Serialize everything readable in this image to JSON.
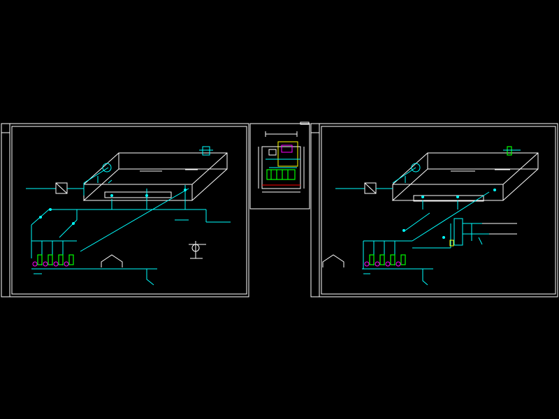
{
  "viewer": {
    "background": "#000000",
    "colors": {
      "frame": "#ffffff",
      "pipe": "#00ffff",
      "equipment": "#00ff00",
      "highlight": "#ffff00",
      "accent_magenta": "#ff00ff",
      "accent_red": "#ff0000"
    }
  },
  "sheets": [
    {
      "name": "left-system-diagram"
    },
    {
      "name": "middle-plan-view"
    },
    {
      "name": "right-system-diagram"
    }
  ]
}
